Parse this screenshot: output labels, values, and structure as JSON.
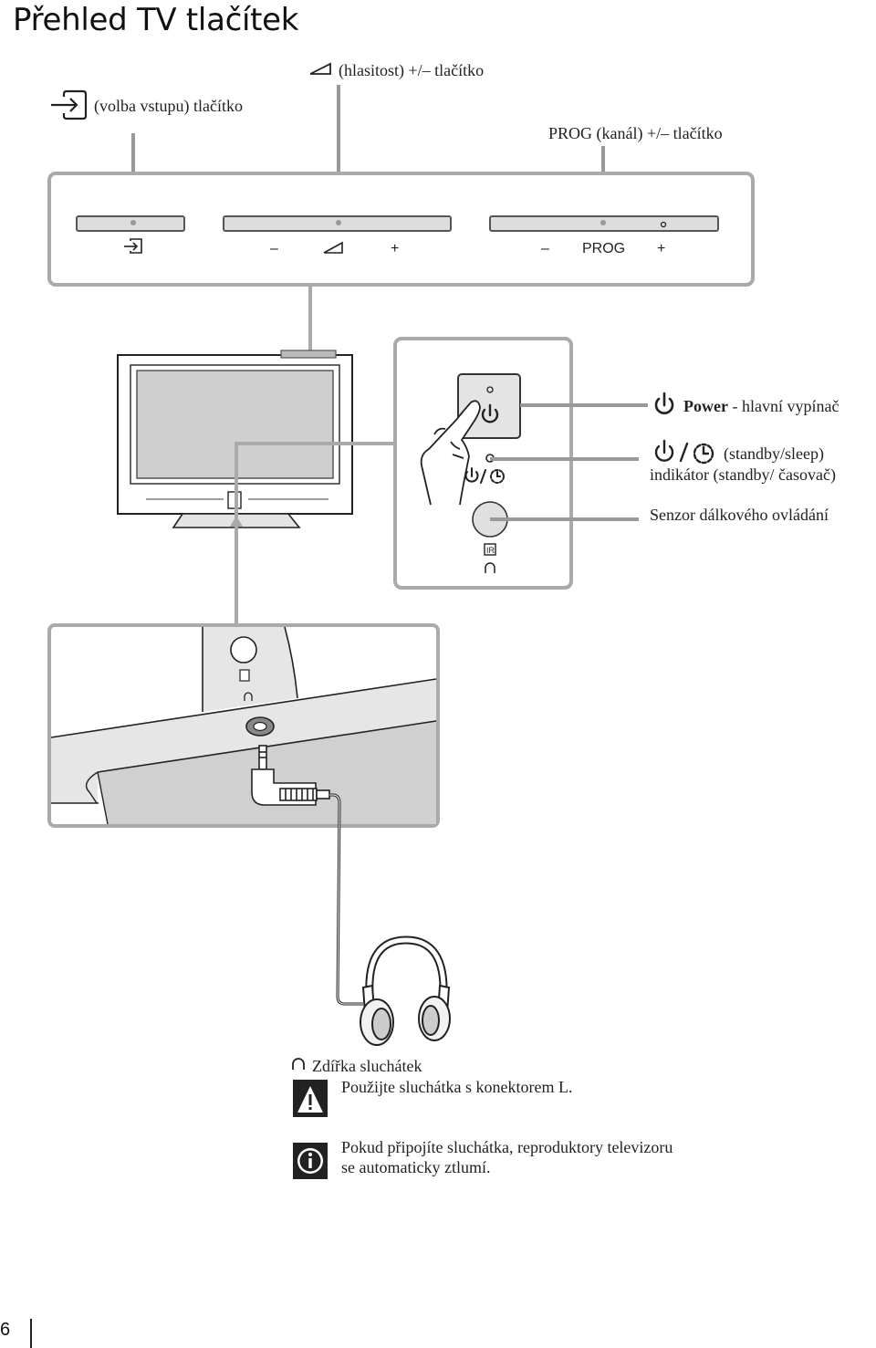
{
  "page": {
    "title": "Přehled TV tlačítek",
    "page_number": "6"
  },
  "top_labels": {
    "input_label": "(volba vstupu) tlačítko",
    "volume_label": "(hlasitost) +/– tlačítko",
    "prog_label": "PROG (kanál) +/– tlačítko"
  },
  "control_panel": {
    "minus": "–",
    "plus": "+",
    "prog": "PROG"
  },
  "right_labels": {
    "power_bold": "Power",
    "power_rest": " - hlavní vypínač",
    "standby_line1": "(standby/sleep)",
    "standby_line2": "indikátor (standby/ časovač)",
    "sensor": "Senzor dálkového ovládání"
  },
  "headphones": {
    "label": "Zdířka sluchátek",
    "warning": "Použijte sluchátka s konektorem L.",
    "info_line1": "Pokud připojíte sluchátka, reproduktory televizoru",
    "info_line2": "se automaticky ztlumí."
  },
  "icons": [
    "input-icon",
    "volume-icon",
    "power-icon",
    "standby-sleep-icon",
    "ir-icon",
    "headphone-icon",
    "warning-icon",
    "info-icon"
  ]
}
